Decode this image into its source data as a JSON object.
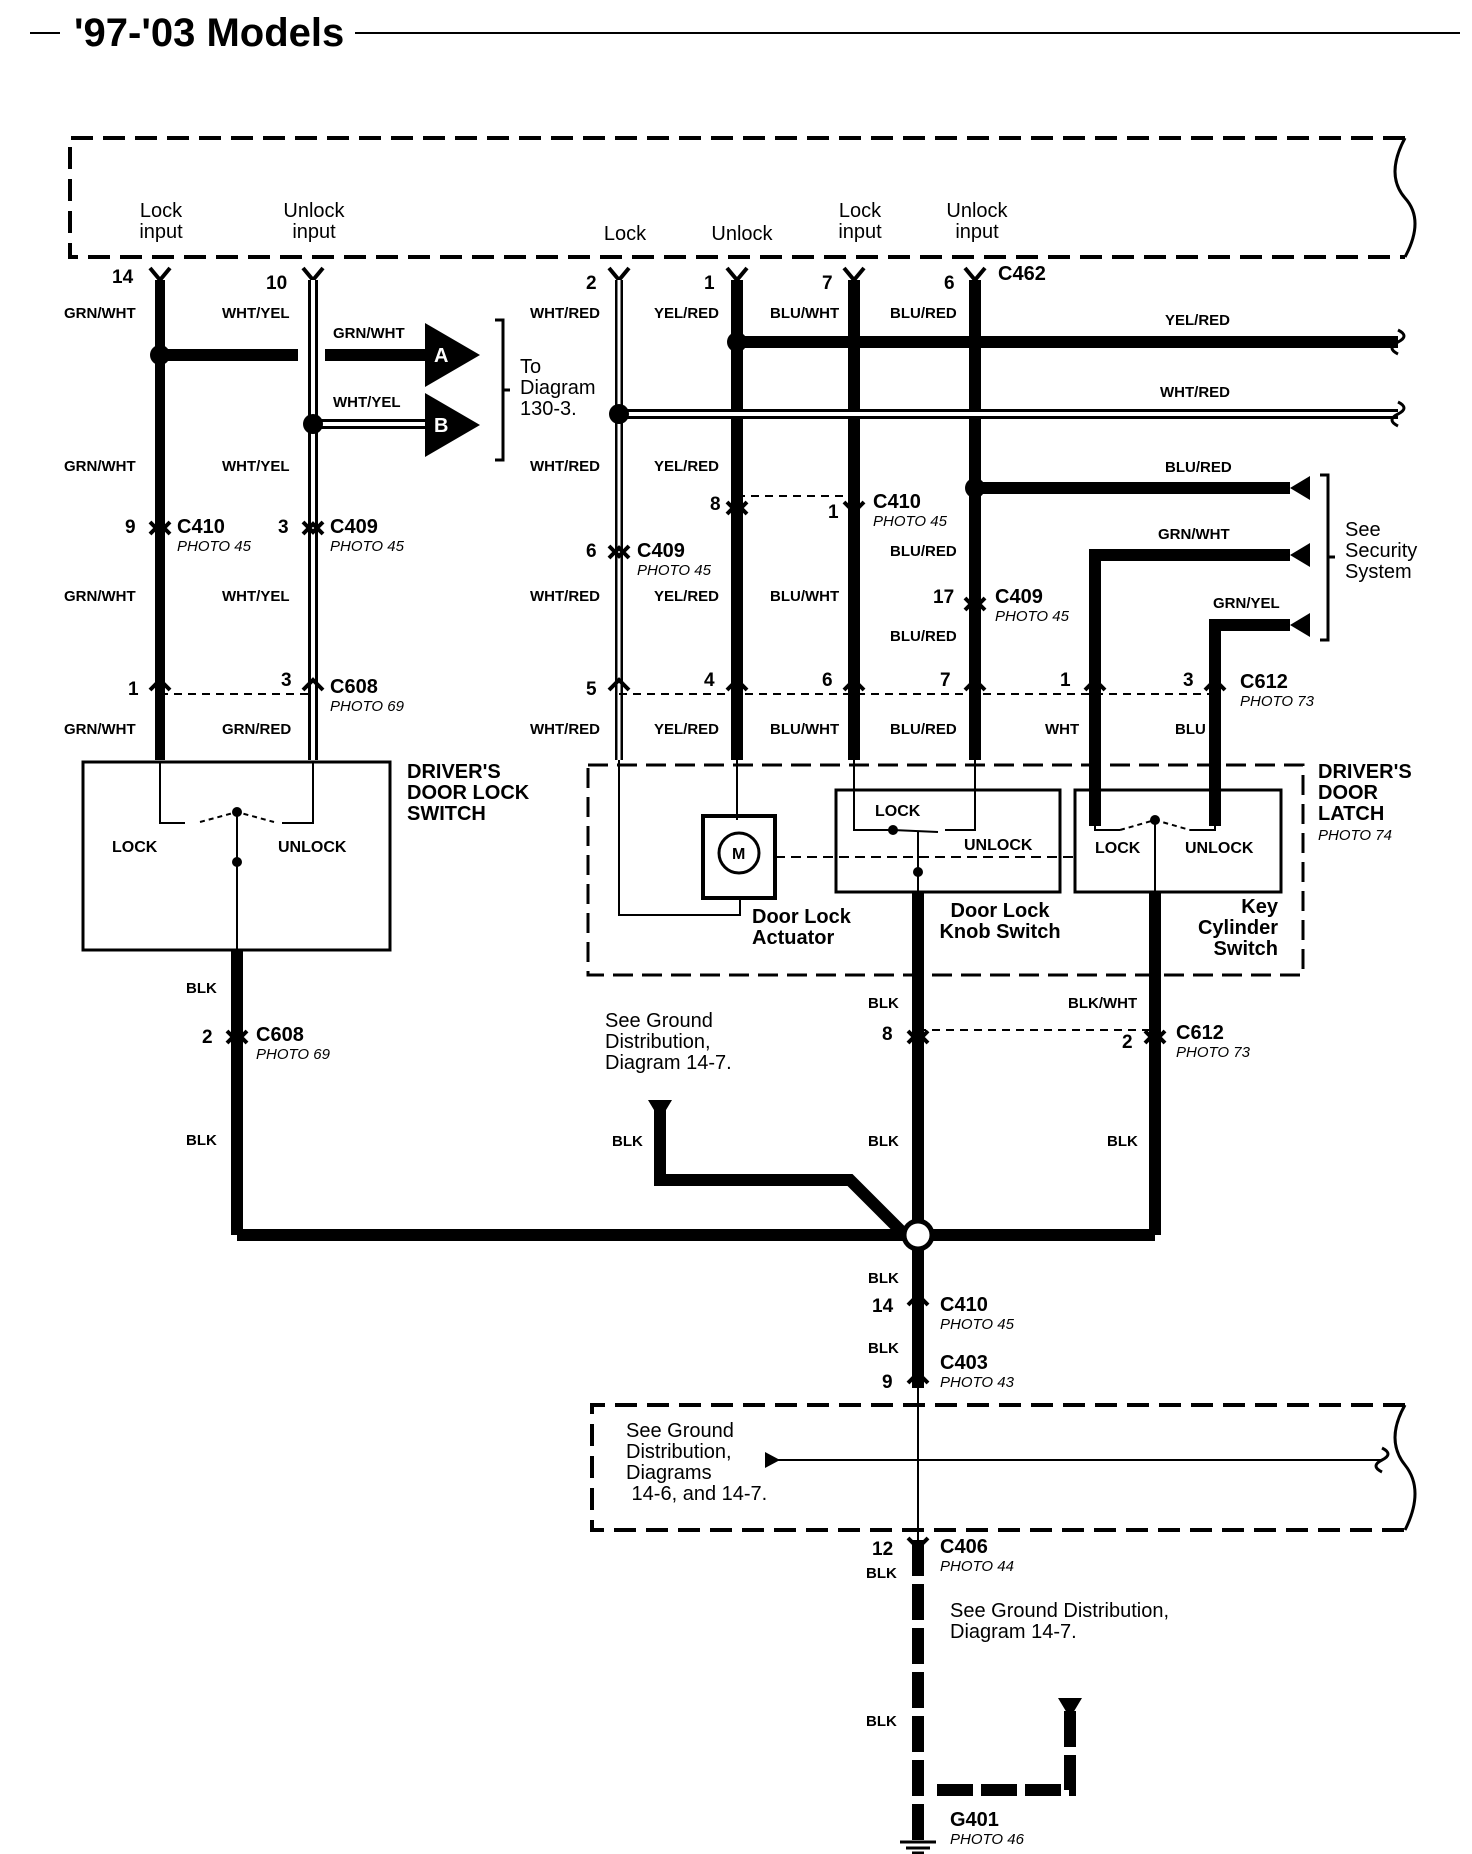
{
  "title": "'97-'03 Models",
  "inputs": {
    "lock_input_1": "Lock\ninput",
    "unlock_input_1": "Unlock\ninput",
    "lock": "Lock",
    "unlock": "Unlock",
    "lock_input_2": "Lock\ninput",
    "unlock_input_2": "Unlock\ninput"
  },
  "top_pins": [
    "14",
    "10",
    "2",
    "1",
    "7",
    "6"
  ],
  "top_connector": "C462",
  "wire_colors": {
    "grn_wht": "GRN/WHT",
    "wht_yel": "WHT/YEL",
    "wht_red": "WHT/RED",
    "yel_red": "YEL/RED",
    "blu_wht": "BLU/WHT",
    "blu_red": "BLU/RED",
    "grn_red": "GRN/RED",
    "grn_yel": "GRN/YEL",
    "wht": "WHT",
    "blu": "BLU",
    "blk": "BLK",
    "blk_wht": "BLK/WHT"
  },
  "arrows": {
    "a": "A",
    "b": "B"
  },
  "to_diagram": "To\nDiagram\n130-3.",
  "see_security": "See\nSecurity\nSystem",
  "connectors": {
    "c410": "C410",
    "c409": "C409",
    "c608": "C608",
    "c612": "C612",
    "c403": "C403",
    "c406": "C406",
    "g401": "G401"
  },
  "photos": {
    "p45": "PHOTO 45",
    "p69": "PHOTO 69",
    "p73": "PHOTO 73",
    "p74": "PHOTO 74",
    "p43": "PHOTO 43",
    "p44": "PHOTO 44",
    "p46": "PHOTO 46"
  },
  "pins": {
    "p9": "9",
    "p3": "3",
    "p8": "8",
    "p1": "1",
    "p6": "6",
    "p17": "17",
    "p1b": "1",
    "p3b": "3",
    "p5": "5",
    "p4": "4",
    "p6b": "6",
    "p7": "7",
    "p1c": "1",
    "p3c": "3",
    "p2": "2",
    "p8b": "8",
    "p2b": "2",
    "p14": "14",
    "p9b": "9",
    "p12": "12"
  },
  "components": {
    "door_lock_switch": "DRIVER'S\nDOOR LOCK\nSWITCH",
    "door_latch": "DRIVER'S\nDOOR\nLATCH",
    "actuator": "Door Lock\nActuator",
    "knob_switch": "Door Lock\nKnob Switch",
    "key_cylinder": "Key\nCylinder\nSwitch",
    "motor": "M"
  },
  "switch_labels": {
    "lock": "LOCK",
    "unlock": "UNLOCK"
  },
  "notes": {
    "ground_1": "See Ground\nDistribution,\nDiagram 14-7.",
    "ground_2": "See Ground\nDistribution,\nDiagrams\n 14-6, and 14-7.",
    "ground_3": "See Ground Distribution,\nDiagram 14-7."
  }
}
